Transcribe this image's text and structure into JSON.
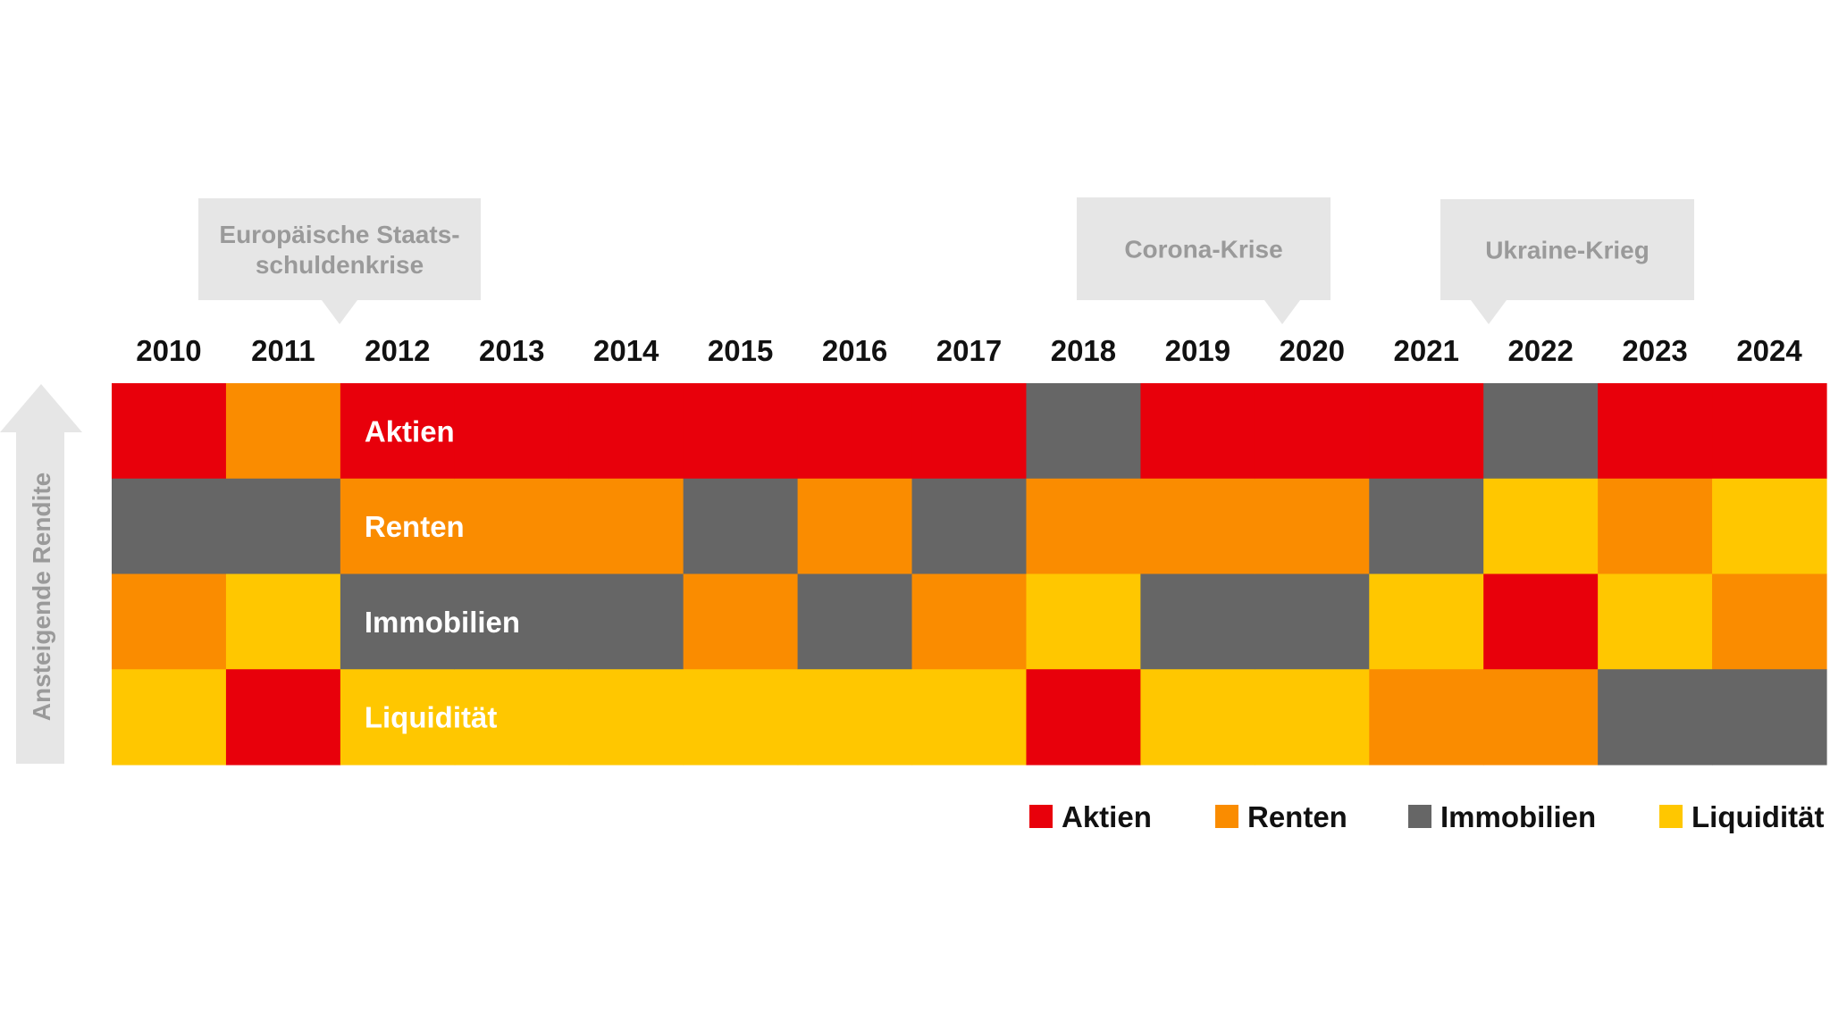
{
  "chart_data": {
    "type": "heatmap",
    "title": "",
    "x": [
      "2010",
      "2011",
      "2012",
      "2013",
      "2014",
      "2015",
      "2016",
      "2017",
      "2018",
      "2019",
      "2020",
      "2021",
      "2022",
      "2023",
      "2024"
    ],
    "ranks": [
      "1",
      "2",
      "3",
      "4"
    ],
    "ylabel": "Ansteigende Rendite",
    "row_labels": [
      "Aktien",
      "Renten",
      "Immobilien",
      "Liquidität"
    ],
    "categories": [
      {
        "name": "Aktien",
        "color": "#e8000b"
      },
      {
        "name": "Renten",
        "color": "#fa8c00"
      },
      {
        "name": "Immobilien",
        "color": "#666666"
      },
      {
        "name": "Liquidität",
        "color": "#ffc700"
      }
    ],
    "ranking": [
      [
        "Aktien",
        "Immobilien",
        "Renten",
        "Liquidität"
      ],
      [
        "Renten",
        "Immobilien",
        "Liquidität",
        "Aktien"
      ],
      [
        "Aktien",
        "Renten",
        "Immobilien",
        "Liquidität"
      ],
      [
        "Aktien",
        "Renten",
        "Immobilien",
        "Liquidität"
      ],
      [
        "Aktien",
        "Renten",
        "Immobilien",
        "Liquidität"
      ],
      [
        "Aktien",
        "Immobilien",
        "Renten",
        "Liquidität"
      ],
      [
        "Aktien",
        "Renten",
        "Immobilien",
        "Liquidität"
      ],
      [
        "Aktien",
        "Immobilien",
        "Renten",
        "Liquidität"
      ],
      [
        "Immobilien",
        "Renten",
        "Liquidität",
        "Aktien"
      ],
      [
        "Aktien",
        "Renten",
        "Immobilien",
        "Liquidität"
      ],
      [
        "Aktien",
        "Renten",
        "Immobilien",
        "Liquidität"
      ],
      [
        "Aktien",
        "Immobilien",
        "Liquidität",
        "Renten"
      ],
      [
        "Immobilien",
        "Liquidität",
        "Aktien",
        "Renten"
      ],
      [
        "Aktien",
        "Renten",
        "Liquidität",
        "Immobilien"
      ],
      [
        "Aktien",
        "Liquidität",
        "Renten",
        "Immobilien"
      ]
    ],
    "annotations": [
      {
        "lines": [
          "Europäische Staats-",
          "schuldenkrise"
        ],
        "year": "2011"
      },
      {
        "lines": [
          "Corona-Krise"
        ],
        "year": "2020"
      },
      {
        "lines": [
          "Ukraine-Krieg"
        ],
        "year": "2021"
      }
    ],
    "legend": {
      "placement": "bottom-right",
      "entries": [
        "Aktien",
        "Renten",
        "Immobilien",
        "Liquidität"
      ]
    }
  }
}
